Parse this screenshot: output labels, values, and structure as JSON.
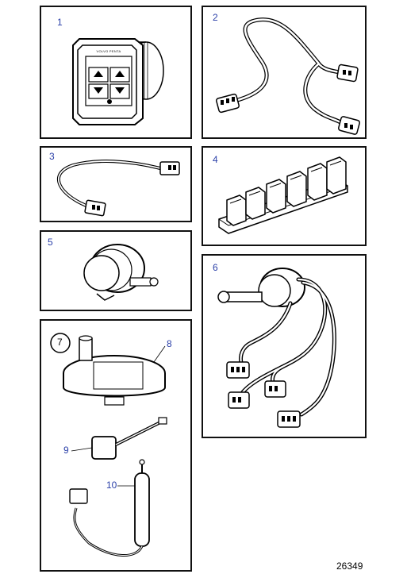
{
  "panels": {
    "p1": {
      "label": "1",
      "badge": "VOLVO PENTA"
    },
    "p2": {
      "label": "2"
    },
    "p3": {
      "label": "3"
    },
    "p4": {
      "label": "4"
    },
    "p5": {
      "label": "5"
    },
    "p6": {
      "label": "6"
    },
    "p7": {
      "label": "7",
      "item8": "8",
      "item9": "9",
      "item10": "10"
    }
  },
  "reference_number": "26349"
}
